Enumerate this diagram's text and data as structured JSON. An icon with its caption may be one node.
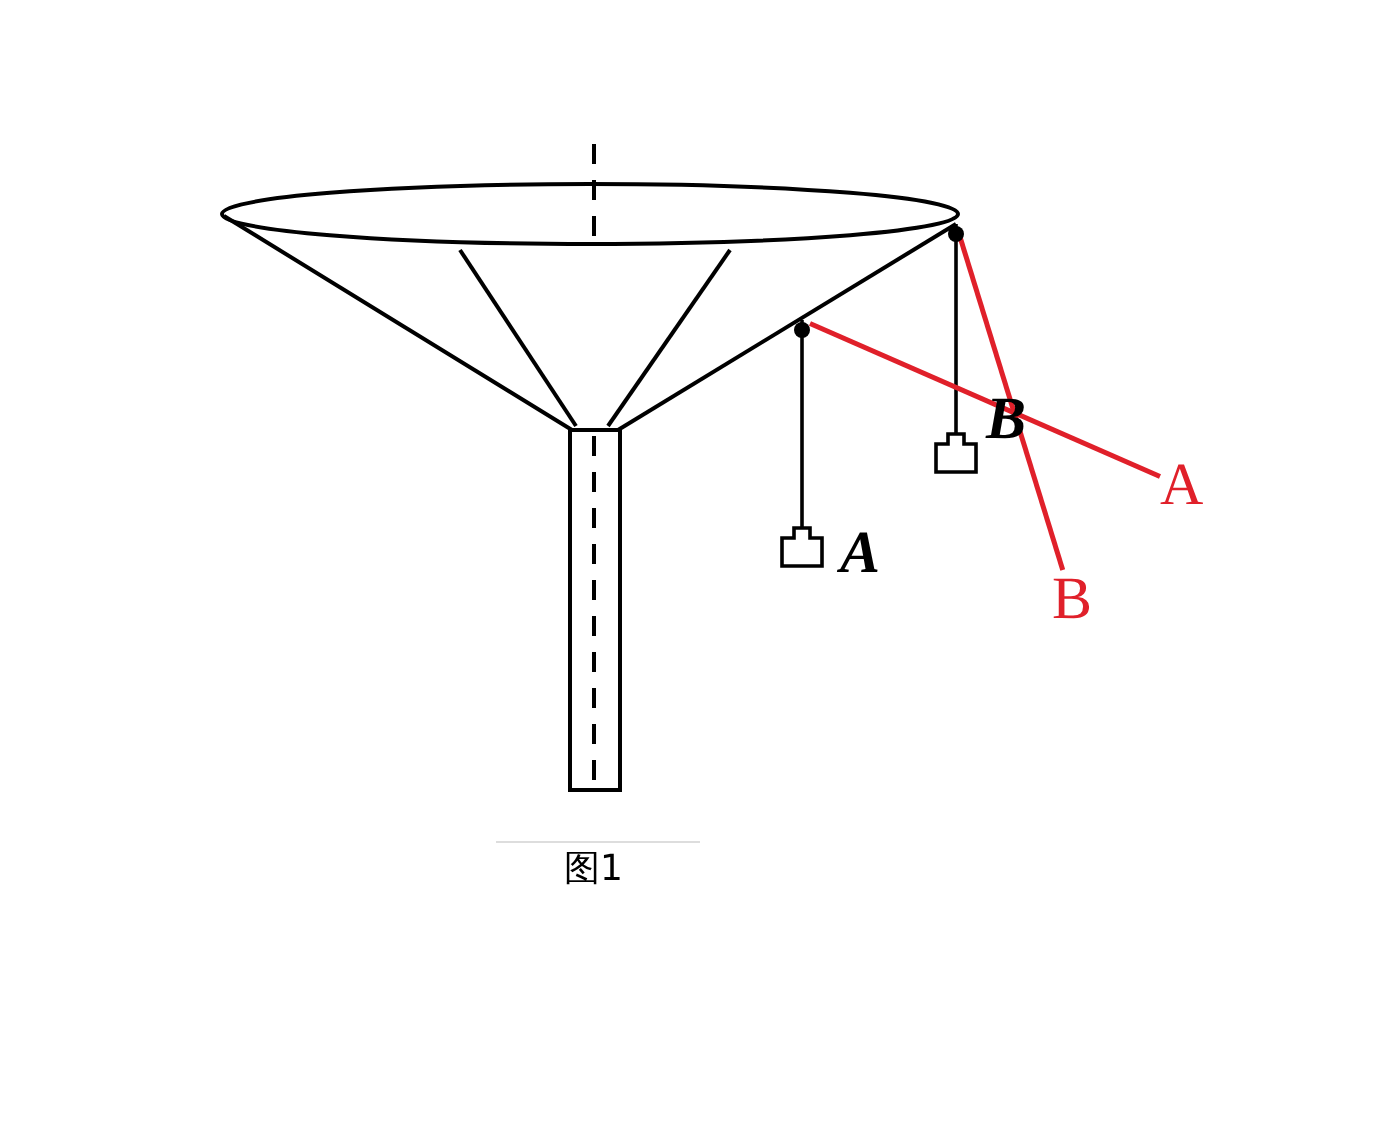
{
  "diagram": {
    "caption": "图1",
    "nodes": [
      {
        "text": [
          "A"
        ]
      },
      {
        "text": [
          "B"
        ]
      },
      {
        "text": [],
        "shape": "circle"
      },
      {
        "text": [],
        "shape": "circle"
      }
    ],
    "edges": [
      {
        "from": 0,
        "to": 2,
        "arrow": "none"
      },
      {
        "from": 1,
        "to": 3,
        "arrow": "none"
      }
    ],
    "labels": [
      "B",
      "A"
    ]
  }
}
